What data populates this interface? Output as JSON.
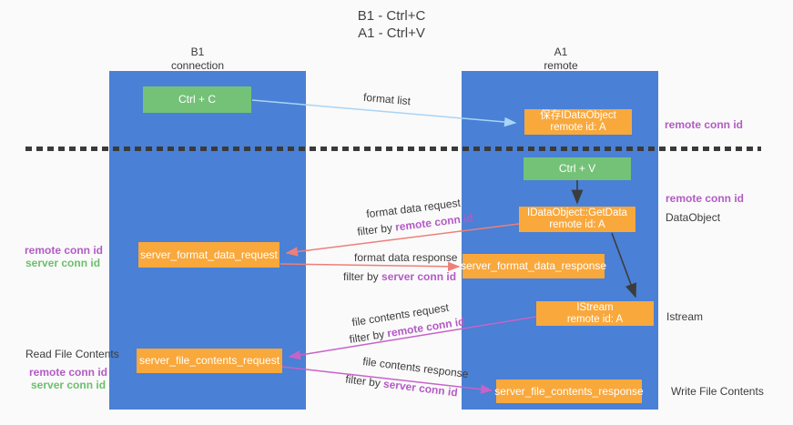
{
  "title": {
    "line1": "B1 - Ctrl+C",
    "line2": "A1 - Ctrl+V"
  },
  "lanes": {
    "left": {
      "name": "B1",
      "sub": "connection"
    },
    "right": {
      "name": "A1",
      "sub": "remote"
    }
  },
  "boxes": {
    "ctrl_c": "Ctrl + C",
    "ctrl_v": "Ctrl + V",
    "save_idataobject": {
      "line1": "保存IDataObject",
      "line2": "remote id: A"
    },
    "getdata": {
      "line1": "IDataObject::GetData",
      "line2": "remote id: A"
    },
    "istream": {
      "line1": "IStream",
      "line2": "remote id: A"
    },
    "server_format_data_request": "server_format_data_request",
    "server_format_data_response": "server_format_data_response",
    "server_file_contents_request": "server_file_contents_request",
    "server_file_contents_response": "server_file_contents_response"
  },
  "arrow_labels": {
    "format_list": "format list",
    "format_data_request": "format data request",
    "format_data_response": "format data response",
    "file_contents_request": "file contents request",
    "file_contents_response": "file contents response",
    "filter_by": "filter by ",
    "remote_conn_id": "remote conn id",
    "server_conn_id": "server conn id"
  },
  "side_labels": {
    "remote_conn_id": "remote conn id",
    "server_conn_id": "server conn id",
    "dataobject": "DataObject",
    "istream": "Istream",
    "read_file_contents": "Read File Contents",
    "write_file_contents": "Write File Contents"
  },
  "colors": {
    "lane_blue": "#4a80d5",
    "box_green": "#74c278",
    "box_orange": "#f9a83c",
    "arrow_black": "#3c3c3c",
    "arrow_lightblue": "#aad4f5",
    "arrow_salmon": "#ee7f79",
    "arrow_magenta": "#c763c7",
    "text_purple": "#b35bc4",
    "text_green": "#6cbf6c",
    "background": "#fafafa"
  }
}
